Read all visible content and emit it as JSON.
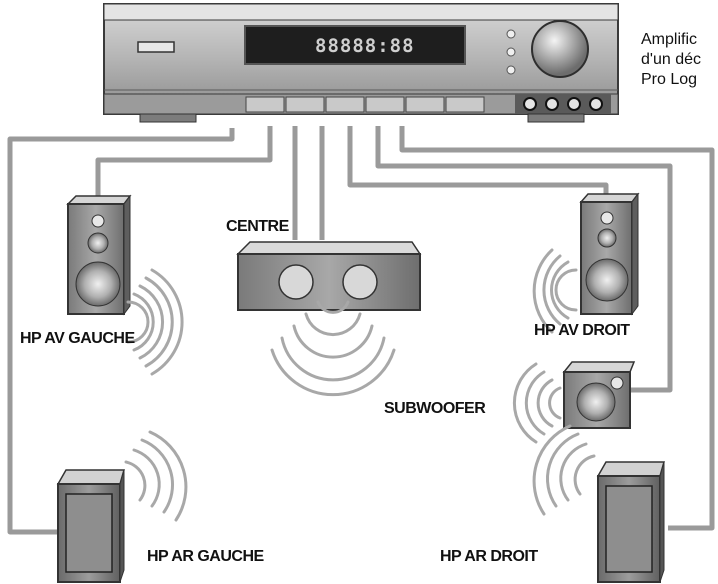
{
  "amplifier": {
    "display_text": "88888:88",
    "caption_lines": [
      "Amplific",
      "d'un déc",
      "Pro Log"
    ]
  },
  "speakers": {
    "front_left": {
      "label": "HP AV GAUCHE"
    },
    "center": {
      "label": "CENTRE"
    },
    "front_right": {
      "label": "HP AV DROIT"
    },
    "subwoofer": {
      "label": "SUBWOOFER"
    },
    "rear_left": {
      "label": "HP AR GAUCHE"
    },
    "rear_right": {
      "label": "HP AR DROIT"
    }
  },
  "colors": {
    "cable": "#9a9a9a",
    "display_bg": "#1e1e1e",
    "display_text": "#cfcfcf",
    "speaker_body": "#8a8a8a"
  }
}
